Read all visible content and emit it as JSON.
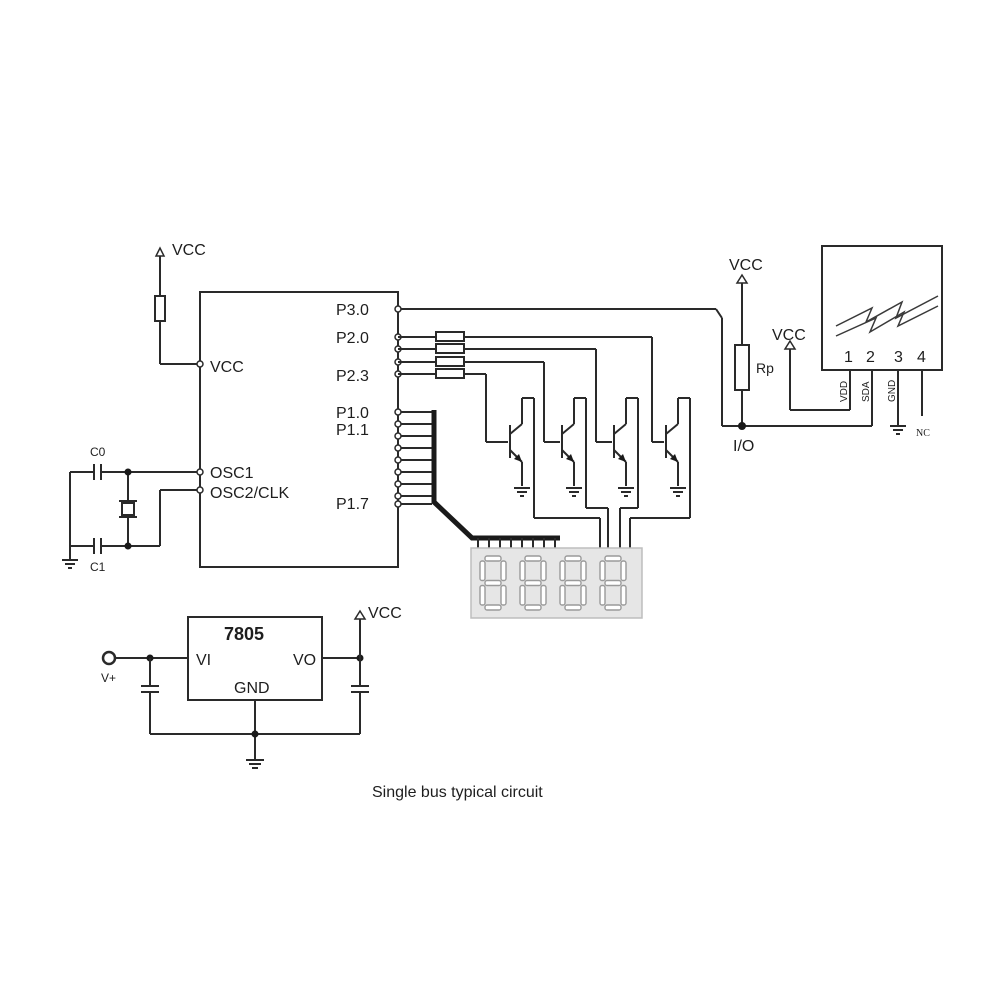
{
  "labels": {
    "vcc_top": "VCC",
    "vcc_pin": "VCC",
    "osc1": "OSC1",
    "osc2": "OSC2/CLK",
    "c0": "C0",
    "c1": "C1",
    "p30": "P3.0",
    "p20": "P2.0",
    "p23": "P2.3",
    "p10": "P1.0",
    "p11": "P1.1",
    "p17": "P1.7",
    "vcc_rp": "VCC",
    "rp": "Rp",
    "io": "I/O",
    "vcc_sensor": "VCC",
    "pin1": "1",
    "pin2": "2",
    "pin3": "3",
    "pin4": "4",
    "vdd": "VDD",
    "sda": "SDA",
    "gnd_pin": "GND",
    "nc": "NC",
    "reg_name": "7805",
    "vi": "VI",
    "vo": "VO",
    "reg_gnd": "GND",
    "vcc_reg": "VCC",
    "vplus": "V+"
  },
  "caption": "Single bus typical circuit",
  "display": {
    "digits": 4,
    "shown": "8888"
  }
}
